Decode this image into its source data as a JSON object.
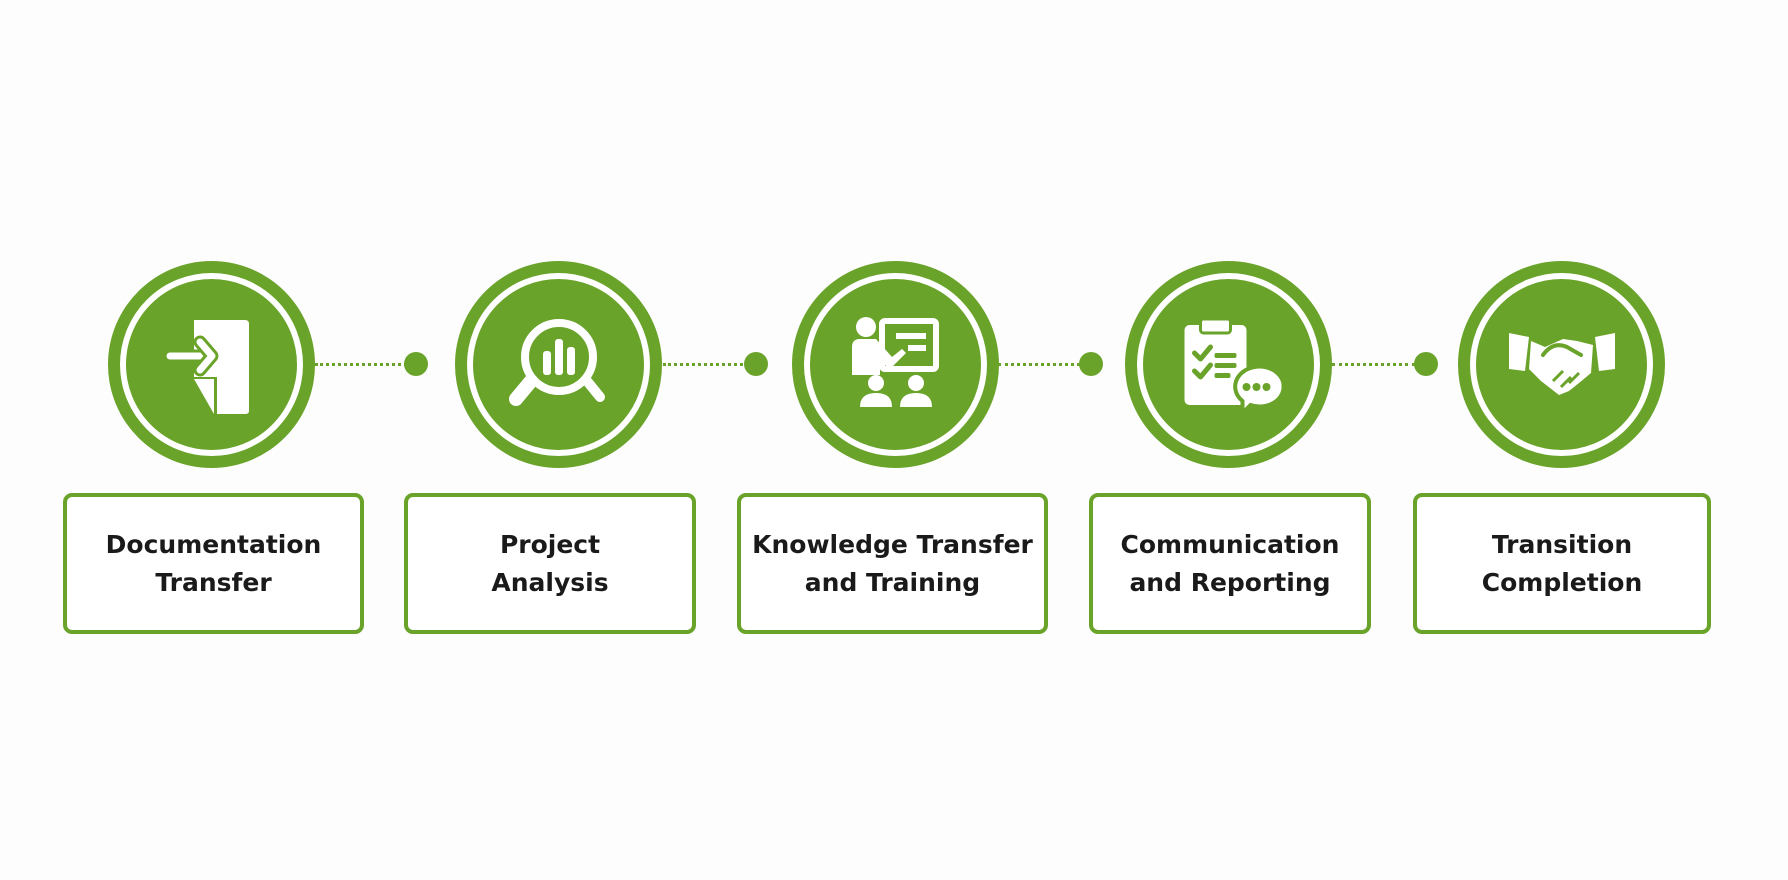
{
  "diagram": {
    "type": "process-flow",
    "accent_color": "#6aa32a",
    "text_color": "#1a1a1a",
    "background_color": "#fdfdfd",
    "steps": [
      {
        "label": "Documentation\nTransfer",
        "icon": "document-import-icon"
      },
      {
        "label": "Project\nAnalysis",
        "icon": "magnifier-bar-chart-icon"
      },
      {
        "label": "Knowledge Transfer\nand Training",
        "icon": "presenter-training-icon"
      },
      {
        "label": "Communication\nand Reporting",
        "icon": "clipboard-chat-icon"
      },
      {
        "label": "Transition\nCompletion",
        "icon": "handshake-icon"
      }
    ]
  }
}
